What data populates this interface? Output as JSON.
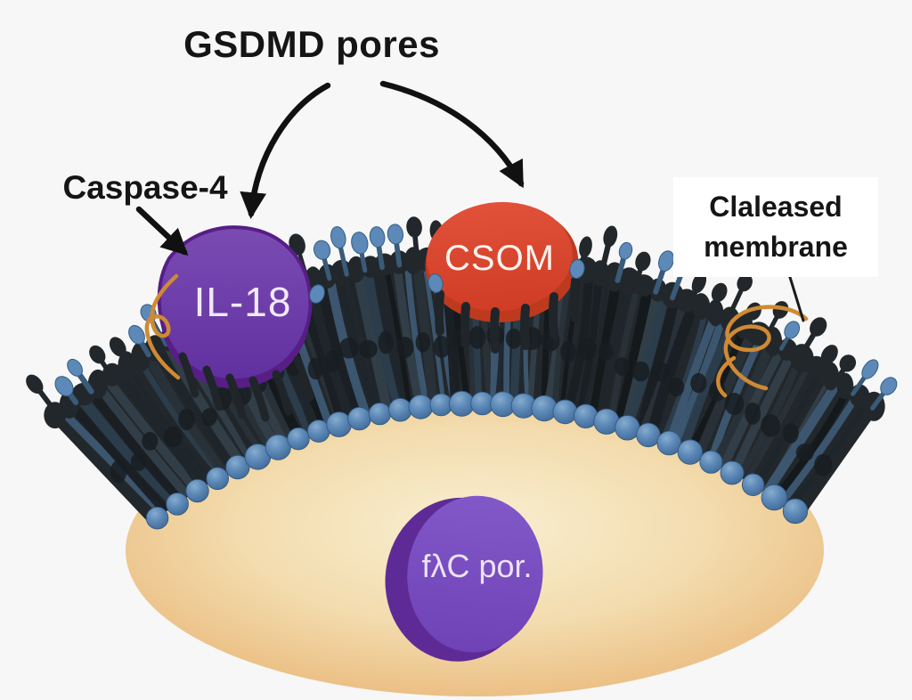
{
  "labels": {
    "gsdmd_pores": "GSDMD pores",
    "caspase4": "Caspase-4",
    "cleaved_line1": "Claleased",
    "cleaved_line2": "membrane",
    "il18": "IL-18",
    "csom": "CSOM",
    "pore": "fλC por."
  },
  "icons": {
    "curved_arrow_left": "arrow-curved-down-left",
    "curved_arrow_right": "arrow-curved-down-right",
    "straight_arrow": "arrow-diagonal",
    "pointer_line": "label-pointer-line",
    "squiggle": "cleaved-lipid-squiggle"
  },
  "colors": {
    "background": "#f7f7f7",
    "label_text": "#151515",
    "membrane_dark": "#22272b",
    "membrane_bump": "#181d21",
    "texture": [
      "#14181b",
      "#20262b",
      "#2a3239",
      "#343f49",
      "#1a1f24",
      "#3e5874",
      "#2c3d4d"
    ],
    "head_blue": "#5d89b8",
    "head_blue_dark": "#335d85",
    "stem_blue": "#3a5a78",
    "bead_light": "#86acce",
    "bead_mid": "#5b87b6",
    "bead_dark": "#3a6390",
    "cell_center": "#f9efd2",
    "cell_mid": "#f3dcae",
    "cell_deep": "#ecc288",
    "cell_edge": "#e0a468",
    "il18_top": "#7a4cb2",
    "il18_bottom": "#6130a0",
    "il18_rim": "#571e86",
    "csom_top": "#e1513a",
    "csom_bottom": "#d03c25",
    "csom_rim": "#bd3a1f",
    "pore_top": "#8258c8",
    "pore_bottom": "#6f42b6",
    "pore_rim": "#5e2b96",
    "squiggle_orange": "#cf8a33",
    "arrow_black": "#111111"
  }
}
